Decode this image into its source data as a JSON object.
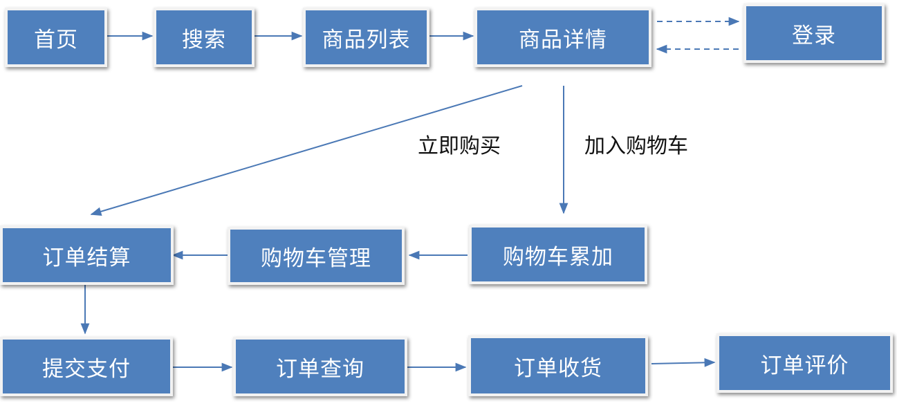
{
  "colors": {
    "node_fill": "#4f80bd",
    "node_border": "#f2f2f2",
    "arrow": "#4a78b5",
    "label_text": "#111111"
  },
  "nodes": {
    "home": "首页",
    "search": "搜索",
    "product_list": "商品列表",
    "product_detail": "商品详情",
    "login": "登录",
    "checkout": "订单结算",
    "cart_manage": "购物车管理",
    "cart_add": "购物车累加",
    "pay": "提交支付",
    "order_query": "订单查询",
    "order_receive": "订单收货",
    "order_review": "订单评价"
  },
  "edge_labels": {
    "buy_now": "立即购买",
    "add_to_cart": "加入购物车"
  }
}
